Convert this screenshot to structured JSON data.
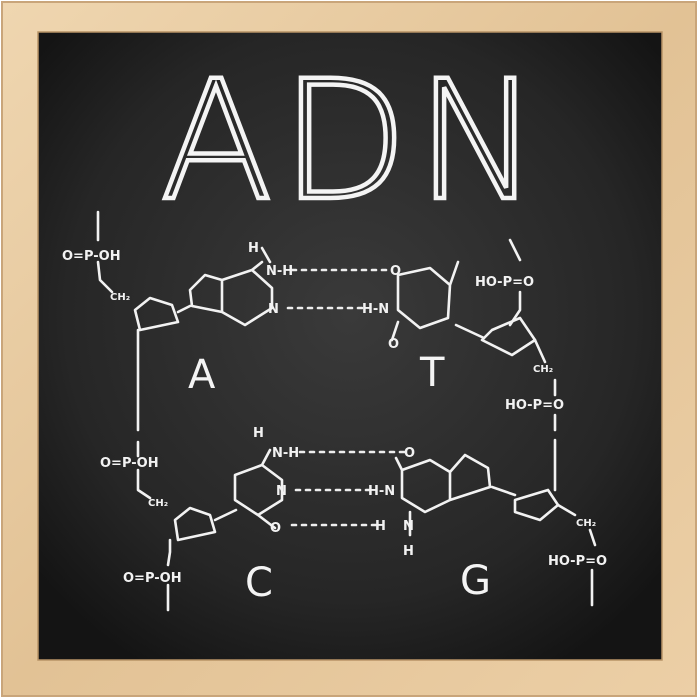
{
  "title": "ADN",
  "bases": {
    "a": "A",
    "t": "T",
    "c": "C",
    "g": "G"
  },
  "phosphates": {
    "left_top": "O=P-OH",
    "left_mid": "O=P-OH",
    "left_bottom": "O=P-OH",
    "right_top": "HO-P=O",
    "right_mid": "HO-P=O",
    "right_bottom": "HO-P=O"
  },
  "groups": {
    "ch2": "CH₂",
    "o": "O",
    "n": "N",
    "h": "H",
    "nh": "N-H",
    "hn": "H-N",
    "h1": "H"
  },
  "colors": {
    "frame": "#e6c9a0",
    "board": "#2b2b2b",
    "chalk": "#f2f2f2"
  }
}
